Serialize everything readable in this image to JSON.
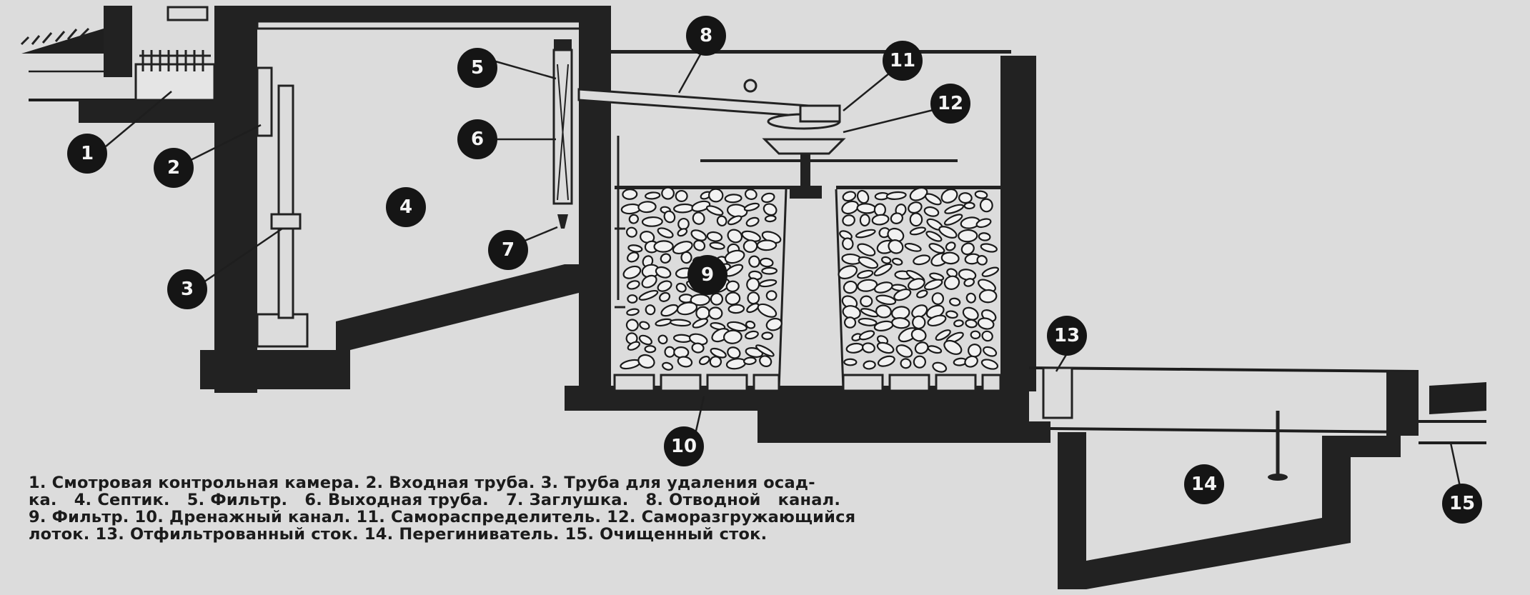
{
  "diagram": {
    "callouts": [
      {
        "id": "1",
        "label": "1"
      },
      {
        "id": "2",
        "label": "2"
      },
      {
        "id": "3",
        "label": "3"
      },
      {
        "id": "4",
        "label": "4"
      },
      {
        "id": "5",
        "label": "5"
      },
      {
        "id": "6",
        "label": "6"
      },
      {
        "id": "7",
        "label": "7"
      },
      {
        "id": "8",
        "label": "8"
      },
      {
        "id": "9",
        "label": "9"
      },
      {
        "id": "10",
        "label": "10"
      },
      {
        "id": "11",
        "label": "11"
      },
      {
        "id": "12",
        "label": "12"
      },
      {
        "id": "13",
        "label": "13"
      },
      {
        "id": "14",
        "label": "14"
      },
      {
        "id": "15",
        "label": "15"
      }
    ]
  },
  "caption": {
    "lines": [
      "1. Смотровая контрольная камера. 2. Входная труба. 3. Труба для удаления осад-",
      "ка.   4. Септик.   5. Фильтр.   6. Выходная труба.   7. Заглушка.   8. Отводной   канал.",
      "9. Фильтр. 10. Дренажный канал. 11. Самораспределитель. 12. Саморазгружающийся",
      "лоток. 13. Отфильтрованный сток. 14. Перегиниватель. 15. Очищенный сток."
    ]
  }
}
